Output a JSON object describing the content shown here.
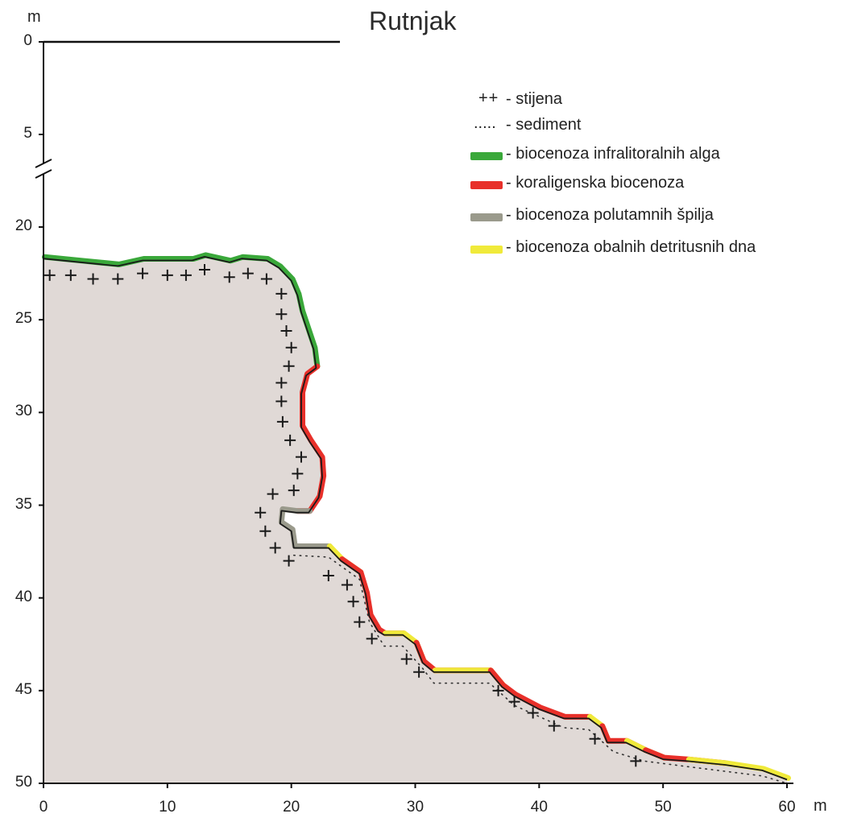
{
  "title": "Rutnjak",
  "y_unit": "m",
  "x_unit": "m",
  "y_ticks": [
    "0",
    "5",
    "20",
    "25",
    "30",
    "35",
    "40",
    "45",
    "50"
  ],
  "x_ticks": [
    "0",
    "10",
    "20",
    "30",
    "40",
    "50",
    "60"
  ],
  "legend": [
    {
      "symbol": "++",
      "label": "- stijena"
    },
    {
      "symbol": ".....",
      "label": "- sediment"
    },
    {
      "color": "#3aa83a",
      "label": "- biocenoza infralitoralnih alga"
    },
    {
      "color": "#e8302a",
      "label": "- koraligenska biocenoza"
    },
    {
      "color": "#9a9a8c",
      "label": "- biocenoza polutamnih špilja"
    },
    {
      "color": "#f0ea3a",
      "label": "- biocenoza obalnih detritusnih dna"
    }
  ],
  "colors": {
    "rock_fill": "#e0d9d6",
    "outline": "#1a1a1a",
    "infralittoral_algae": "#3aa83a",
    "coralligenous": "#e8302a",
    "semi_dark_caves": "#9a9a8c",
    "coastal_detritic": "#f0ea3a"
  },
  "profile": [
    [
      0,
      21.7
    ],
    [
      3,
      21.9
    ],
    [
      6,
      22.1
    ],
    [
      8,
      21.8
    ],
    [
      12,
      21.8
    ],
    [
      13,
      21.6
    ],
    [
      15,
      21.9
    ],
    [
      16,
      21.7
    ],
    [
      18,
      21.8
    ],
    [
      19,
      22.2
    ],
    [
      20,
      22.9
    ],
    [
      20.5,
      23.7
    ],
    [
      20.8,
      24.6
    ],
    [
      21.3,
      25.6
    ],
    [
      21.8,
      26.6
    ],
    [
      22.0,
      27.6
    ],
    [
      21.2,
      28.0
    ],
    [
      20.8,
      29.0
    ],
    [
      20.8,
      30.8
    ],
    [
      21.5,
      31.6
    ],
    [
      22.4,
      32.5
    ],
    [
      22.5,
      33.5
    ],
    [
      22.2,
      34.6
    ],
    [
      21.4,
      35.4
    ],
    [
      20.4,
      35.4
    ],
    [
      19.2,
      35.3
    ],
    [
      19.1,
      36.0
    ],
    [
      20.0,
      36.4
    ],
    [
      20.2,
      37.3
    ],
    [
      23.0,
      37.3
    ],
    [
      24.0,
      38.0
    ],
    [
      25.5,
      38.7
    ],
    [
      26.0,
      39.8
    ],
    [
      26.3,
      41.0
    ],
    [
      27.0,
      41.8
    ],
    [
      27.5,
      42.0
    ],
    [
      29.0,
      42.0
    ],
    [
      30.0,
      42.5
    ],
    [
      30.6,
      43.5
    ],
    [
      31.5,
      44.0
    ],
    [
      36.0,
      44.0
    ],
    [
      37.0,
      44.8
    ],
    [
      38.0,
      45.3
    ],
    [
      40.0,
      46.0
    ],
    [
      42.0,
      46.5
    ],
    [
      44.0,
      46.5
    ],
    [
      45.0,
      47.0
    ],
    [
      45.5,
      47.8
    ],
    [
      47.0,
      47.8
    ],
    [
      48.5,
      48.3
    ],
    [
      50.0,
      48.7
    ],
    [
      52.0,
      48.8
    ],
    [
      55.0,
      49.0
    ],
    [
      58.0,
      49.3
    ],
    [
      60.0,
      49.8
    ]
  ],
  "sediment_line": [
    [
      20.2,
      37.7
    ],
    [
      23.0,
      37.8
    ],
    [
      25.5,
      39.0
    ],
    [
      26.3,
      41.3
    ],
    [
      27.5,
      42.6
    ],
    [
      29.0,
      42.6
    ],
    [
      30.6,
      43.8
    ],
    [
      31.5,
      44.6
    ],
    [
      36.0,
      44.6
    ],
    [
      38.0,
      45.8
    ],
    [
      42.0,
      47.0
    ],
    [
      44.0,
      47.1
    ],
    [
      46.0,
      48.3
    ],
    [
      48.5,
      48.8
    ],
    [
      52.0,
      49.1
    ],
    [
      58.0,
      49.6
    ],
    [
      60.0,
      50.0
    ]
  ],
  "zones": [
    {
      "biocenosis": "infralittoral_algae",
      "from_point": 0,
      "to_point": 15
    },
    {
      "biocenosis": "coralligenous",
      "from_point": 15,
      "to_point": 24
    },
    {
      "biocenosis": "semi_dark_caves",
      "from_point": 23,
      "to_point": 29
    },
    {
      "biocenosis": "coastal_detritic",
      "from_point": 29,
      "to_point": 31
    },
    {
      "biocenosis": "coralligenous",
      "from_point": 30,
      "to_point": 36
    },
    {
      "biocenosis": "coastal_detritic",
      "from_point": 35,
      "to_point": 38
    },
    {
      "biocenosis": "coralligenous",
      "from_point": 37,
      "to_point": 40
    },
    {
      "biocenosis": "coastal_detritic",
      "from_point": 39,
      "to_point": 41
    },
    {
      "biocenosis": "coralligenous",
      "from_point": 40,
      "to_point": 45
    },
    {
      "biocenosis": "coastal_detritic",
      "from_point": 45,
      "to_point": 47
    },
    {
      "biocenosis": "coralligenous",
      "from_point": 46,
      "to_point": 49
    },
    {
      "biocenosis": "coastal_detritic",
      "from_point": 48,
      "to_point": 50
    },
    {
      "biocenosis": "coralligenous",
      "from_point": 49,
      "to_point": 52
    },
    {
      "biocenosis": "coastal_detritic",
      "from_point": 51,
      "to_point": 56
    }
  ],
  "rock_markers": [
    [
      0.5,
      22.6
    ],
    [
      2.2,
      22.6
    ],
    [
      4,
      22.8
    ],
    [
      6,
      22.8
    ],
    [
      8,
      22.5
    ],
    [
      10,
      22.6
    ],
    [
      11.5,
      22.6
    ],
    [
      13,
      22.3
    ],
    [
      15,
      22.7
    ],
    [
      16.5,
      22.5
    ],
    [
      18,
      22.8
    ],
    [
      19.2,
      23.6
    ],
    [
      19.2,
      24.7
    ],
    [
      19.6,
      25.6
    ],
    [
      20,
      26.5
    ],
    [
      19.8,
      27.5
    ],
    [
      19.2,
      28.4
    ],
    [
      19.2,
      29.4
    ],
    [
      19.3,
      30.5
    ],
    [
      19.9,
      31.5
    ],
    [
      20.8,
      32.4
    ],
    [
      20.5,
      33.3
    ],
    [
      20.2,
      34.2
    ],
    [
      18.5,
      34.4
    ],
    [
      17.5,
      35.4
    ],
    [
      17.9,
      36.4
    ],
    [
      18.7,
      37.3
    ],
    [
      19.8,
      38.0
    ],
    [
      23.0,
      38.8
    ],
    [
      24.5,
      39.3
    ],
    [
      25.0,
      40.2
    ],
    [
      25.5,
      41.3
    ],
    [
      26.5,
      42.2
    ],
    [
      29.3,
      43.3
    ],
    [
      30.3,
      44.0
    ],
    [
      36.7,
      45.0
    ],
    [
      38.0,
      45.6
    ],
    [
      39.5,
      46.2
    ],
    [
      41.2,
      46.9
    ],
    [
      44.5,
      47.6
    ],
    [
      47.8,
      48.8
    ]
  ]
}
